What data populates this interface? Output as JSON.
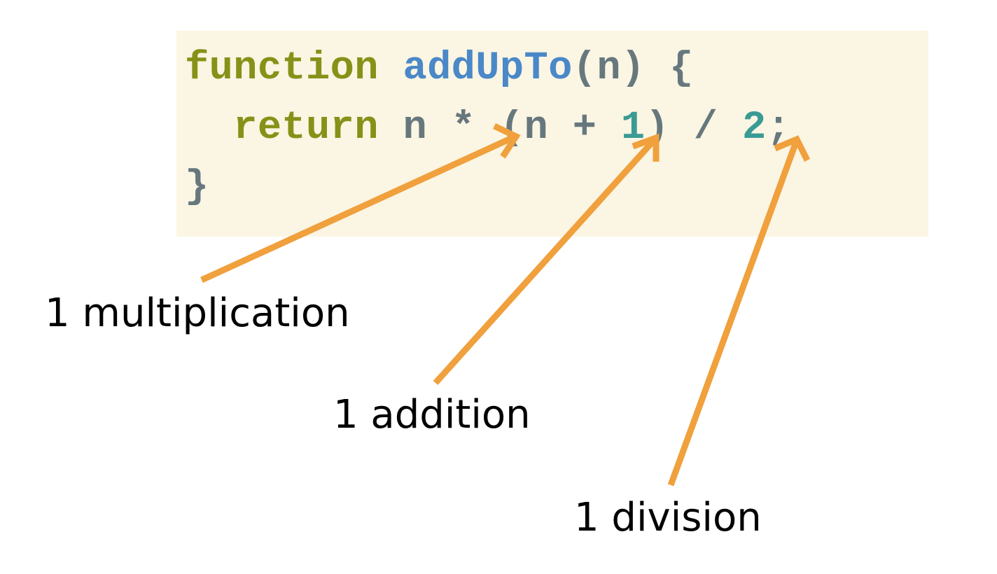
{
  "code": {
    "line1": {
      "kw": "function",
      "sp": " ",
      "name": "addUpTo",
      "args": "(n) {"
    },
    "line2": {
      "indent": "  ",
      "kw": "return",
      "a": " n * (n + ",
      "n1": "1",
      "b": ") / ",
      "n2": "2",
      "c": ";"
    },
    "line3": {
      "brace": "}"
    }
  },
  "annotations": {
    "multiplication": "1 multiplication",
    "addition": "1 addition",
    "division": "1 division"
  },
  "colors": {
    "code_background": "#fbf5e3",
    "keyword": "#859218",
    "function_name": "#4a88c8",
    "plain": "#66787d",
    "number": "#3a9b94",
    "arrow": "#f0a03c"
  }
}
